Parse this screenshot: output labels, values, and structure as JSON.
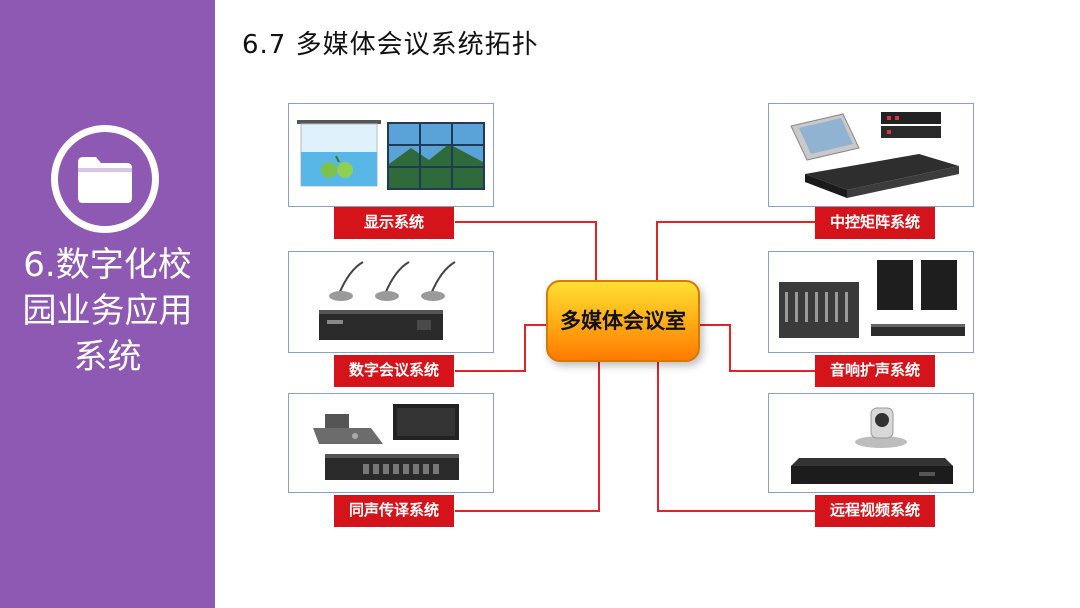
{
  "sidebar": {
    "title_lines": [
      "6.数字化校",
      "园业务应用",
      "系统"
    ],
    "icon": "folder-icon",
    "color": "#8e59b2"
  },
  "page": {
    "heading": "6.7 多媒体会议系统拓扑"
  },
  "diagram": {
    "hub": {
      "label": "多媒体会议室"
    },
    "nodes": [
      {
        "id": "display",
        "label": "显示系统",
        "icons": [
          "projection-screen-icon",
          "video-wall-icon"
        ]
      },
      {
        "id": "digital-conference",
        "label": "数字会议系统",
        "icons": [
          "microphone-icon",
          "conference-host-icon"
        ]
      },
      {
        "id": "interpretation",
        "label": "同声传译系统",
        "icons": [
          "interpreter-console-icon",
          "ir-radiator-icon",
          "interpretation-host-icon"
        ]
      },
      {
        "id": "central-control",
        "label": "中控矩阵系统",
        "icons": [
          "touch-panel-icon",
          "matrix-switcher-icon",
          "central-control-host-icon"
        ]
      },
      {
        "id": "sound-reinforcement",
        "label": "音响扩声系统",
        "icons": [
          "mixer-icon",
          "speaker-icon",
          "amplifier-icon"
        ]
      },
      {
        "id": "video-conference",
        "label": "远程视频系统",
        "icons": [
          "ptz-camera-icon",
          "video-codec-icon"
        ]
      }
    ],
    "colors": {
      "label": "#d4141a",
      "wire": "#e0242a",
      "hub_top": "#ffe033",
      "hub_bottom": "#ff7a00",
      "panel_border": "#8aa0c6"
    }
  }
}
